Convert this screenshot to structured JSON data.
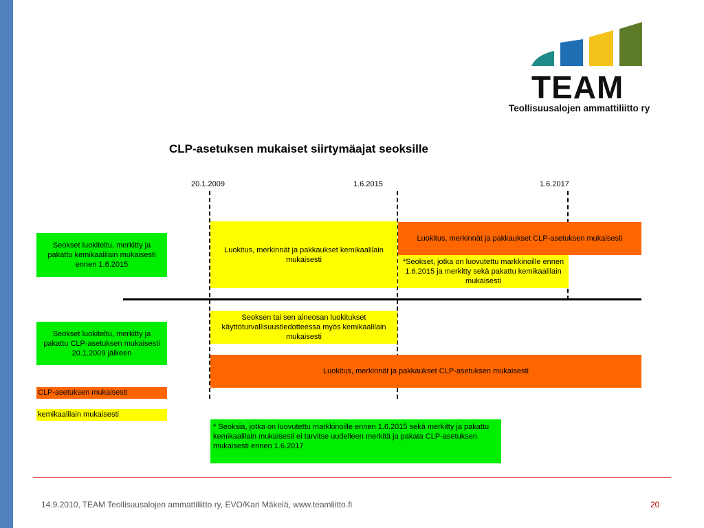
{
  "header": {
    "logo_text": "TEAM",
    "logo_subtitle": "Teollisuusalojen ammattiliitto ry"
  },
  "diagram": {
    "title": "CLP-asetuksen mukaiset siirtymäajat seoksille",
    "dates": [
      "20.1.2009",
      "1.6.2015",
      "1.6.2017"
    ],
    "left_labels": {
      "before": "Seokset luokiteltu, merkitty ja pakattu kemikaalilain mukaisesti ennen 1.6.2015",
      "after": "Seokset luokiteltu, merkitty ja pakattu  CLP-asetuksen mukaisesti 20.1.2009 jälkeen"
    },
    "bars": {
      "upper_yellow": "Luokitus, merkinnät ja pakkaukset kemikaalilain mukaisesti",
      "upper_orange": "Luokitus, merkinnät ja pakkaukset CLP-asetuksen mukaisesti",
      "upper_yellow_note": "*Seokset, jotka on luovutettu markkinoille ennen 1.6.2015 ja merkitty sekä pakattu kemikaalilain mukaisesti",
      "lower_yellow": "Seoksen tai sen aineosan luokitukset käyttöturvallisuustiedotteessa myös kemikaalilain mukaisesti",
      "lower_orange": "Luokitus, merkinnät ja pakkaukset CLP-asetuksen mukaisesti"
    },
    "legend": {
      "clp": "CLP-asetuksen mukaisesti",
      "kemikaalilaki": "kemikaalilain mukaisesti"
    },
    "footnote": "* Seoksia, jotka on luovutettu markkinoille ennen 1.6.2015 sekä merkitty ja pakattu kemikaalilain mukaisesti ei tarvitse uudelleen merkitä ja pakata CLP-asetuksen mukaisesti ennen 1.6.2017"
  },
  "colors": {
    "clp": "#ff6600",
    "kemikaalilaki": "#ffff00",
    "label_bg": "#00ee00",
    "sidebar": "#4f81bd"
  },
  "footer": {
    "text": "14.9.2010, TEAM Teollisuusalojen ammattiliitto ry, EVO/Kari Mäkelä, www.teamliitto.fi",
    "page": "20"
  }
}
